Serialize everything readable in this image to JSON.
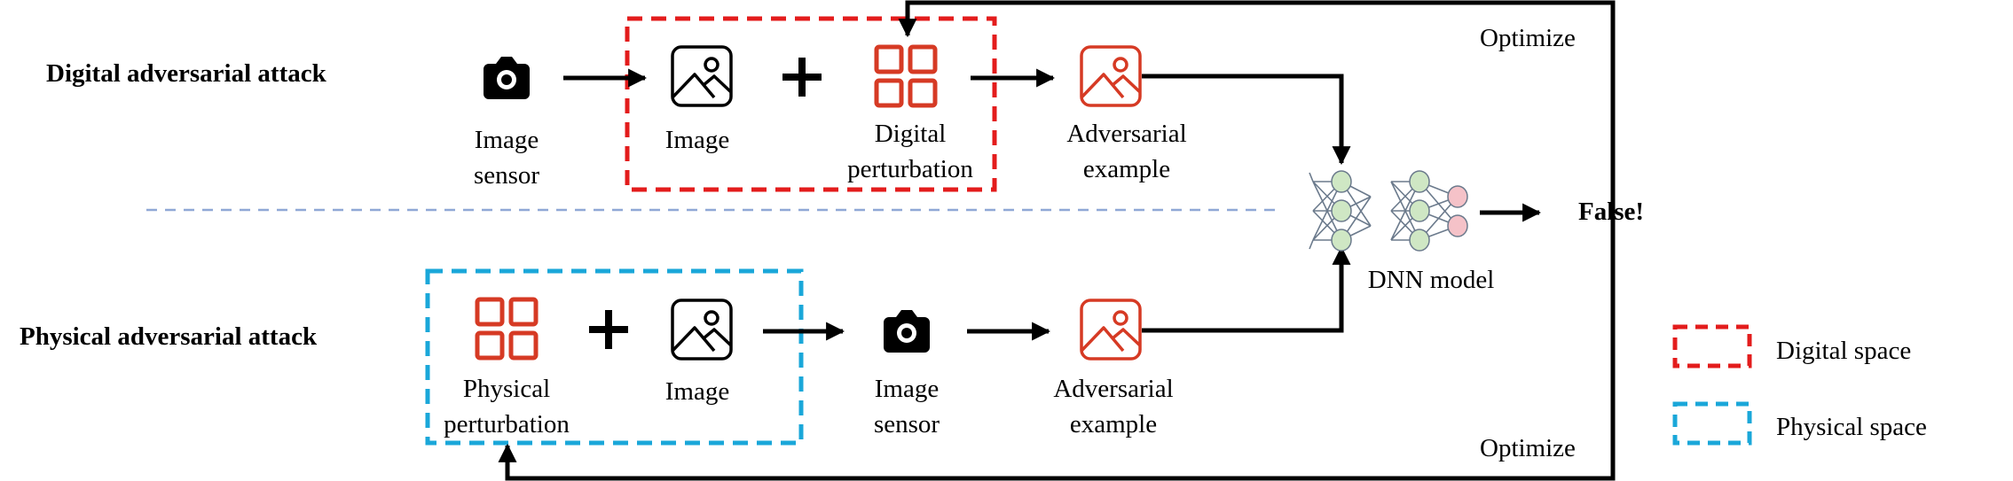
{
  "rows": {
    "digital": {
      "title": "Digital adversarial attack",
      "sensor": [
        "Image",
        "sensor"
      ],
      "image": "Image",
      "perturbation": [
        "Digital",
        "perturbation"
      ],
      "adversarial": [
        "Adversarial",
        "example"
      ]
    },
    "physical": {
      "title": "Physical adversarial attack",
      "perturbation": [
        "Physical",
        "perturbation"
      ],
      "image": "Image",
      "sensor": [
        "Image",
        "sensor"
      ],
      "adversarial": [
        "Adversarial",
        "example"
      ]
    }
  },
  "model": {
    "label": "DNN model",
    "output": "False!"
  },
  "loop": {
    "top_label": "Optimize",
    "bottom_label": "Optimize"
  },
  "legend": [
    {
      "label": "Digital space",
      "color": "#e31c1c"
    },
    {
      "label": "Physical space",
      "color": "#1aa7d9"
    }
  ],
  "colors": {
    "digital": "#e31c1c",
    "physical": "#1aa7d9",
    "icon_red": "#d63a24",
    "divider": "#8fa8d6",
    "node_green": "#cfe7c4",
    "node_pink": "#f5c2c8"
  }
}
